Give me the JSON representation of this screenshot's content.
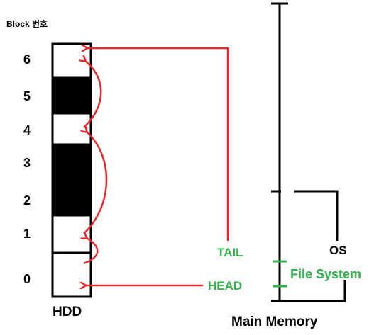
{
  "labels": {
    "block_title": "Block 번호",
    "block_numbers": [
      "6",
      "5",
      "4",
      "3",
      "2",
      "1",
      "0"
    ],
    "hdd": "HDD",
    "tail": "TAIL",
    "head": "HEAD",
    "os": "OS",
    "file_system": "File System",
    "main_memory": "Main Memory"
  },
  "blocks": [
    {
      "number": "6",
      "state": "free"
    },
    {
      "number": "5",
      "state": "used"
    },
    {
      "number": "4",
      "state": "free"
    },
    {
      "number": "3",
      "state": "used"
    },
    {
      "number": "2",
      "state": "used"
    },
    {
      "number": "1",
      "state": "free"
    },
    {
      "number": "0",
      "state": "free"
    }
  ],
  "colors": {
    "arrow": "#e8262b",
    "pointer_label": "#2fb34a",
    "block_used": "#000000",
    "outline": "#000000"
  }
}
